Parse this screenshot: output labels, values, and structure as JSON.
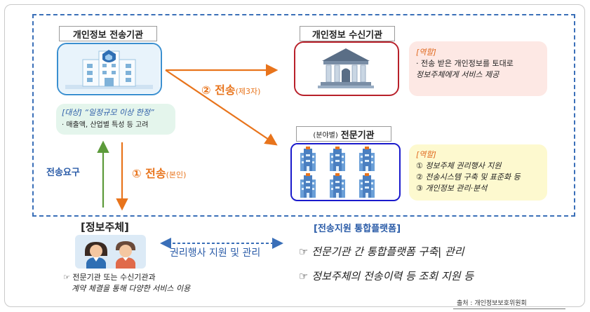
{
  "sender": {
    "title": "개인정보 전송기관",
    "target_label": "[대상] “일정규모 이상 한정”",
    "target_detail": "· 매출액, 산업별 특성 등 고려"
  },
  "receiver": {
    "title": "개인정보 수신기관",
    "role_title": "[역할]",
    "role_line": "· 전송 받은 개인정보를 토대로",
    "role_line2": "정보주체에게 서비스 제공"
  },
  "specialist": {
    "title_prefix": "(분야별)",
    "title": "전문기관",
    "role_title": "[역할]",
    "role_items": [
      "① 정보주체 권리행사 지원",
      "② 전송시스템 구축 및 표준화 등",
      "③ 개인정보 관리·분석"
    ]
  },
  "arrows": {
    "transfer_third_party": "② 전송",
    "transfer_third_party_sub": "(제3자)",
    "transfer_self": "① 전송",
    "transfer_self_sub": "(본인)",
    "transfer_request": "전송요구",
    "rights_support": "권리행사 지원 및 관리"
  },
  "subject": {
    "title": "[정보주체]",
    "note_line1": "☞ 전문기관 또는 수신기관과",
    "note_line2": "계약 체결을 통해 다양한 서비스 이용"
  },
  "platform": {
    "title": "[전송지원 통합플랫폼]",
    "items": [
      "☞ 전문기관 간 통합플랫폼 구축| 관리",
      "☞ 정보주체의 전송이력 등 조회 지원 등"
    ]
  },
  "source": "출처 : 개인정보보호위원회",
  "colors": {
    "dashed_border": "#3a6fb8",
    "sender_border": "#3a8fd0",
    "receiver_border": "#b8202a",
    "specialist_border": "#1a1acc",
    "orange": "#e8741c",
    "green": "#5c9a3a",
    "blue_text": "#2b5ca8"
  },
  "icons": [
    "building-icon",
    "bank-icon",
    "office-buildings-icon",
    "people-icon",
    "pointing-hand-icon"
  ]
}
